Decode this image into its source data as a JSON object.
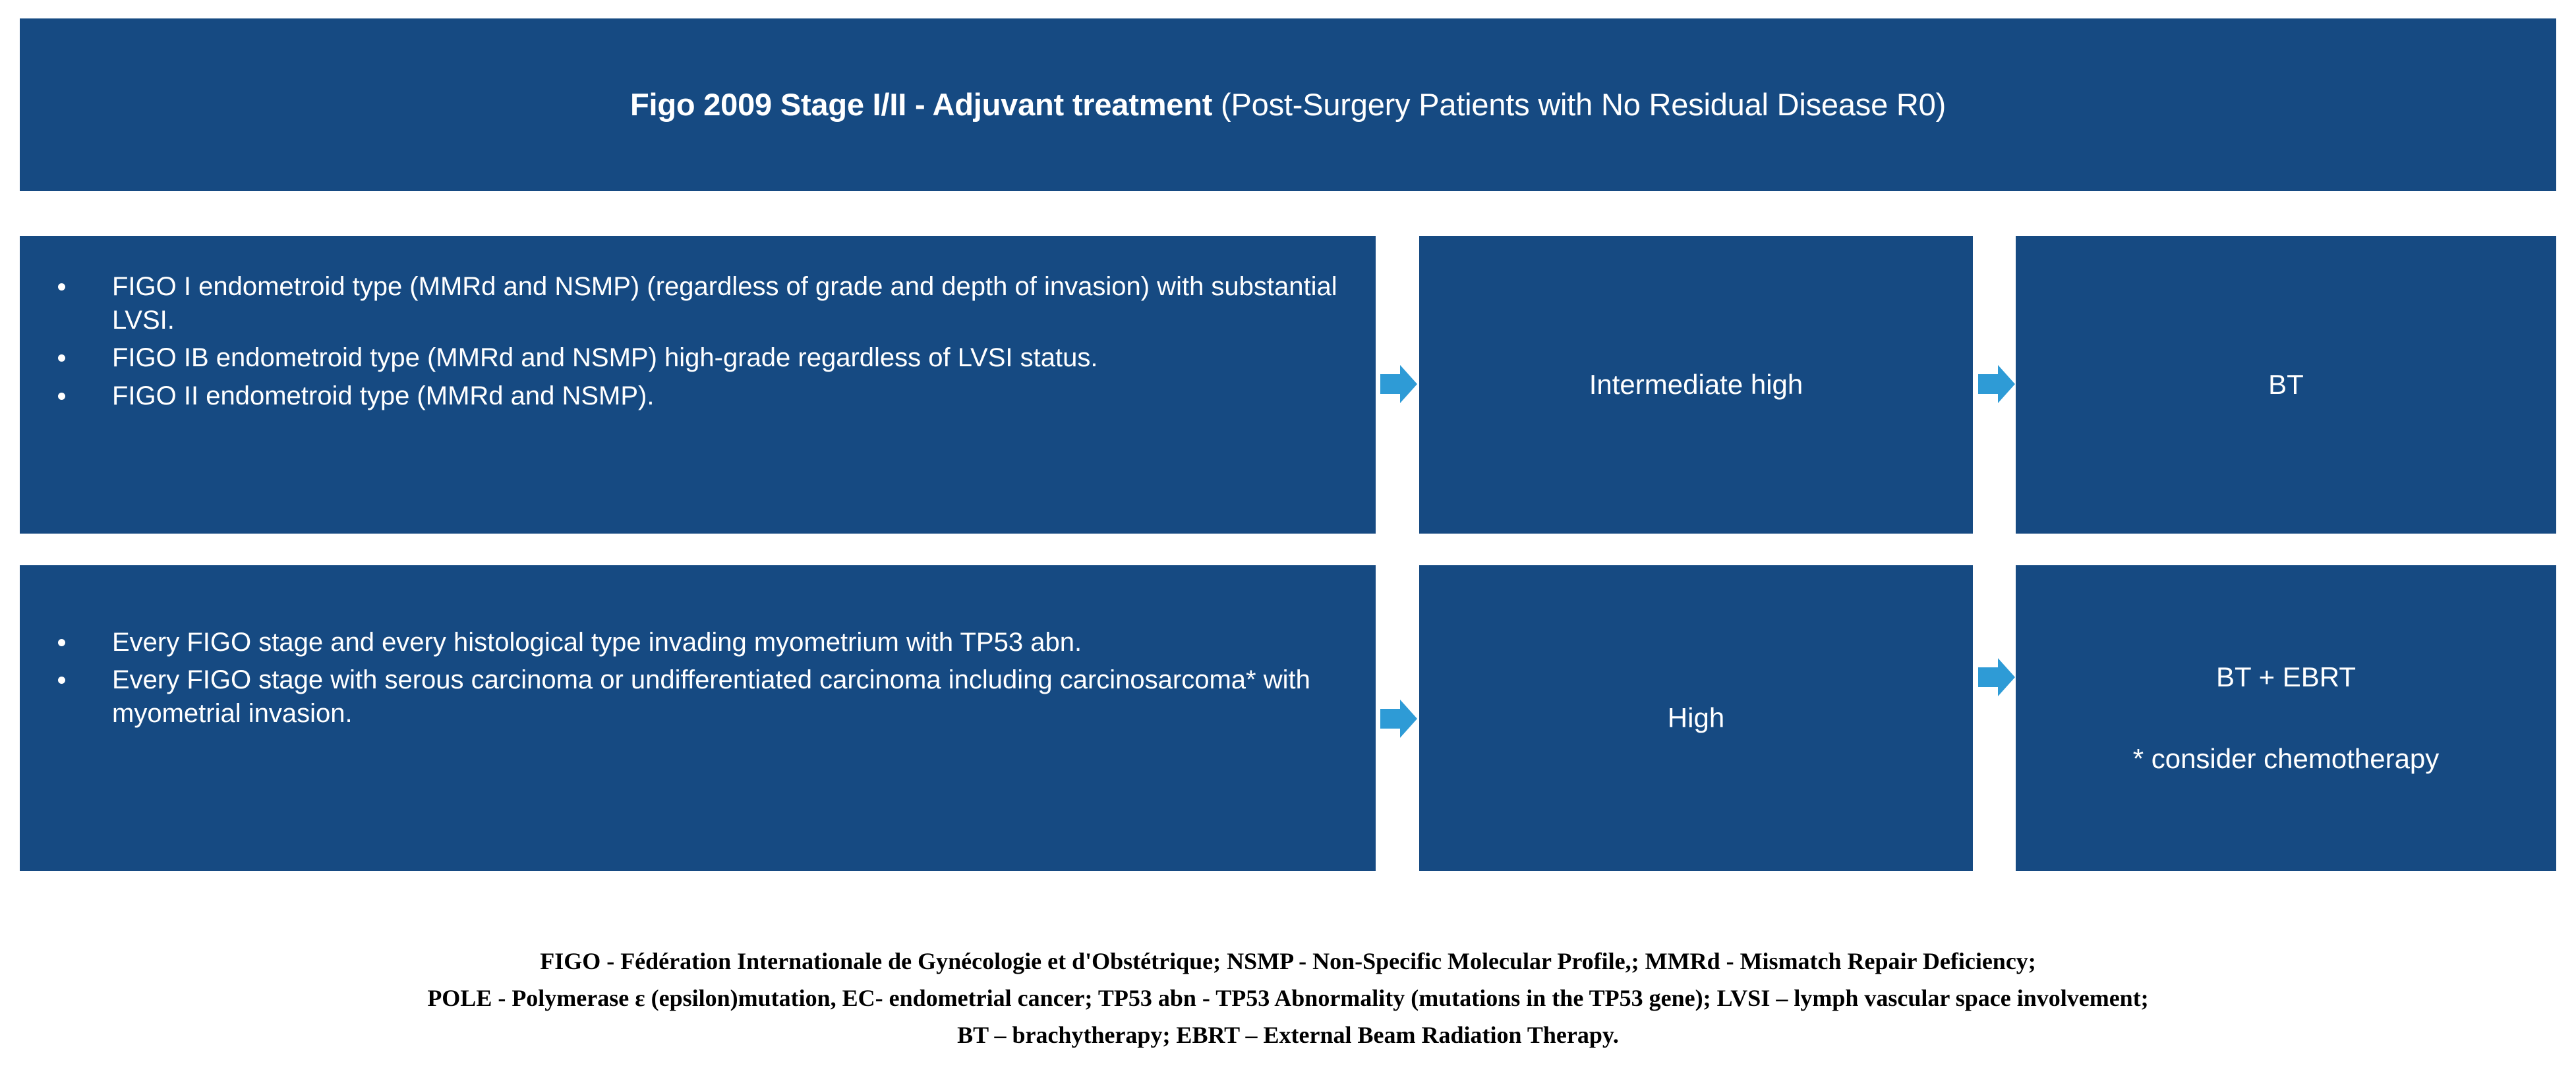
{
  "header": {
    "title_bold": "Figo 2009 Stage I/II - Adjuvant treatment",
    "title_regular": " (Post-Surgery Patients with No Residual Disease R0)"
  },
  "colors": {
    "box_navy": "#164A82",
    "arrow_blue": "#2E9BD6",
    "page_background": "#FFFFFF",
    "text_white": "#FFFFFF",
    "legend_black": "#000000"
  },
  "rows": [
    {
      "criteria": [
        "FIGO I endometroid type (MMRd and NSMP) (regardless of grade and depth of invasion) with substantial LVSI.",
        "FIGO IB endometroid type (MMRd and NSMP) high-grade regardless of LVSI status.",
        "FIGO II endometroid type (MMRd and NSMP)."
      ],
      "risk": "Intermediate high",
      "treatment_primary": "BT",
      "treatment_secondary": ""
    },
    {
      "criteria": [
        "Every FIGO stage and every histological type invading myometrium with TP53 abn.",
        "Every FIGO stage with serous carcinoma or undifferentiated carcinoma including  carcinosarcoma* with myometrial invasion."
      ],
      "risk": "High",
      "treatment_primary": "BT + EBRT",
      "treatment_secondary": "* consider chemotherapy"
    }
  ],
  "legend": {
    "line1": "FIGO - Fédération Internationale de Gynécologie et d'Obstétrique; NSMP - Non-Specific Molecular Profile,; MMRd - Mismatch Repair Deficiency;",
    "line2": "POLE - Polymerase ε (epsilon)mutation, EC- endometrial cancer; TP53 abn - TP53 Abnormality (mutations in the TP53 gene); LVSI – lymph vascular space involvement;",
    "line3": "BT – brachytherapy; EBRT – External Beam Radiation Therapy."
  },
  "icons": {
    "arrow": "right-block-arrow-icon",
    "bullet": "bullet-dot-icon"
  }
}
